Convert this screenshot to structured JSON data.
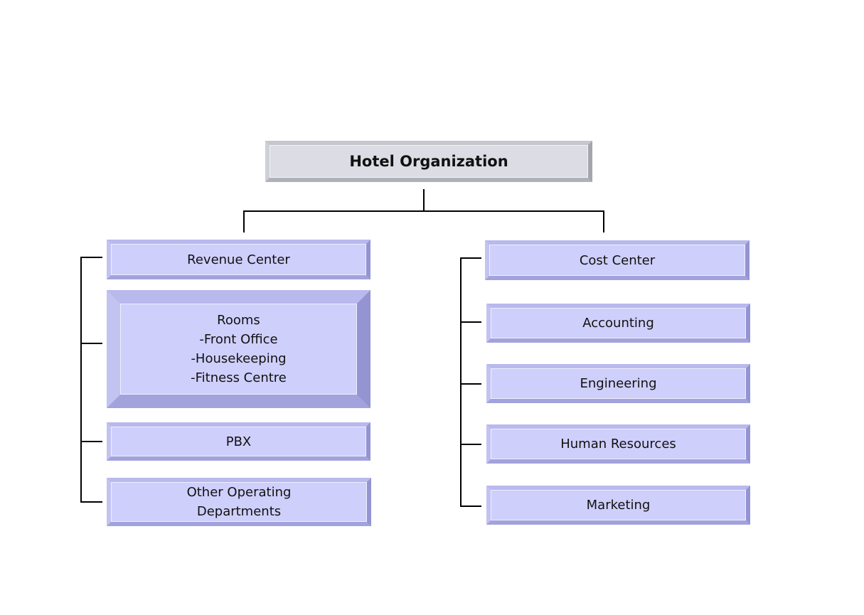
{
  "diagram": {
    "root": "Hotel Organization",
    "left": {
      "head": "Revenue Center",
      "rooms": {
        "title": "Rooms",
        "items": [
          "-Front Office",
          "-Housekeeping",
          "-Fitness Centre"
        ]
      },
      "pbx": "PBX",
      "other": "Other Operating\nDepartments"
    },
    "right": {
      "head": "Cost Center",
      "items": [
        "Accounting",
        "Engineering",
        "Human Resources",
        "Marketing"
      ]
    }
  }
}
